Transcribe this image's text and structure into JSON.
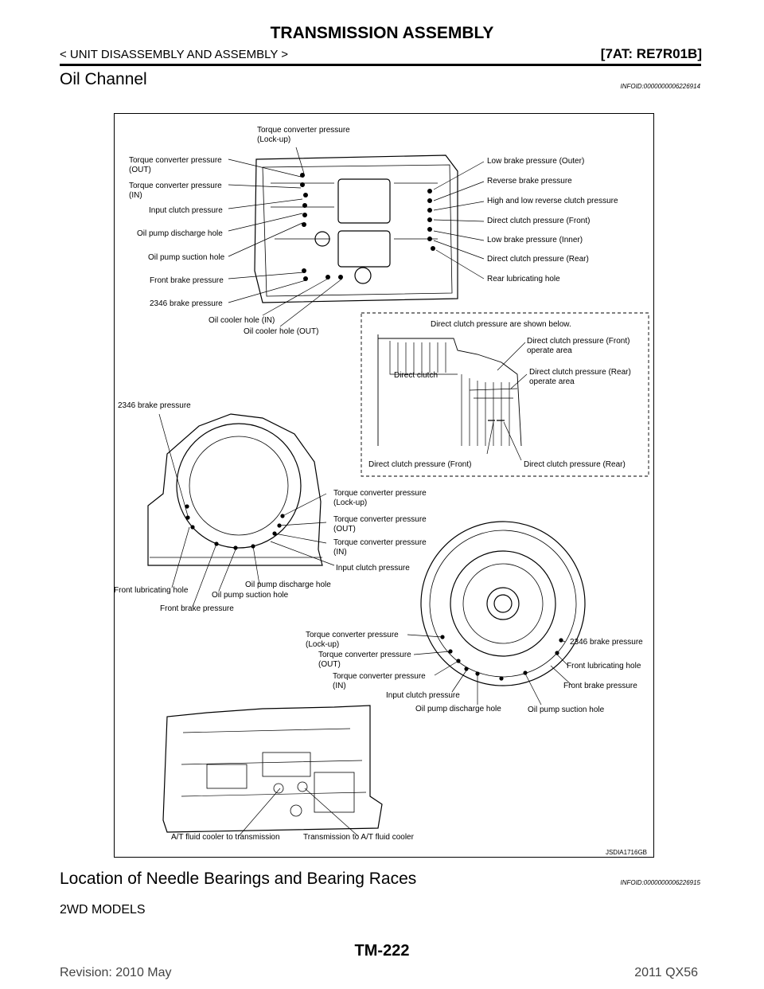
{
  "header": {
    "title": "TRANSMISSION ASSEMBLY",
    "breadcrumb": "< UNIT DISASSEMBLY AND ASSEMBLY >",
    "model_code": "[7AT: RE7R01B]"
  },
  "section_oil": {
    "title": "Oil Channel",
    "infoid": "INFOID:0000000006226914"
  },
  "figure": {
    "code": "JSDIA1716GB",
    "top_left_labels": [
      "Torque converter pressure\n(Lock-up)",
      "Torque converter pressure\n(OUT)",
      "Torque converter pressure\n(IN)",
      "Input clutch pressure",
      "Oil pump discharge hole",
      "Oil pump suction hole",
      "Front brake pressure",
      "2346 brake pressure",
      "Oil cooler hole (IN)",
      "Oil cooler hole (OUT)"
    ],
    "top_right_labels": [
      "Low brake pressure (Outer)",
      "Reverse brake pressure",
      "High and low reverse clutch pressure",
      "Direct clutch pressure (Front)",
      "Low brake pressure (Inner)",
      "Direct clutch pressure (Rear)",
      "Rear lubricating hole"
    ],
    "detail": {
      "caption": "Direct clutch pressure are shown below.",
      "direct_clutch": "Direct clutch",
      "front_area": "Direct clutch pressure (Front)\noperate area",
      "rear_area": "Direct clutch pressure (Rear)\noperate area",
      "bottom_front": "Direct clutch pressure (Front)",
      "bottom_rear": "Direct clutch pressure (Rear)"
    },
    "mid_left_labels": {
      "brake_2346": "2346 brake pressure",
      "tc_lockup": "Torque converter pressure\n(Lock-up)",
      "tc_out": "Torque converter pressure\n(OUT)",
      "tc_in": "Torque converter pressure\n(IN)",
      "input_clutch": "Input clutch pressure",
      "discharge": "Oil pump discharge hole",
      "front_lub": "Front lubricating hole",
      "suction": "Oil pump suction hole",
      "front_brake": "Front brake pressure"
    },
    "pump_labels": {
      "tc_lockup": "Torque converter pressure\n(Lock-up)",
      "tc_out": "Torque converter pressure\n(OUT)",
      "tc_in": "Torque converter pressure\n(IN)",
      "input_clutch": "Input clutch pressure",
      "discharge": "Oil pump discharge hole",
      "suction": "Oil pump suction hole",
      "brake_2346": "2346 brake pressure",
      "front_lub": "Front lubricating hole",
      "front_brake": "Front brake pressure"
    },
    "case_labels": {
      "to_trans": "A/T fluid cooler to transmission",
      "to_cooler": "Transmission to A/T fluid cooler"
    }
  },
  "section_bearings": {
    "title": "Location of Needle Bearings and Bearing Races",
    "infoid": "INFOID:0000000006226915",
    "subheading": "2WD MODELS"
  },
  "footer": {
    "revision": "Revision: 2010 May",
    "page": "TM-222",
    "model": "2011 QX56"
  }
}
